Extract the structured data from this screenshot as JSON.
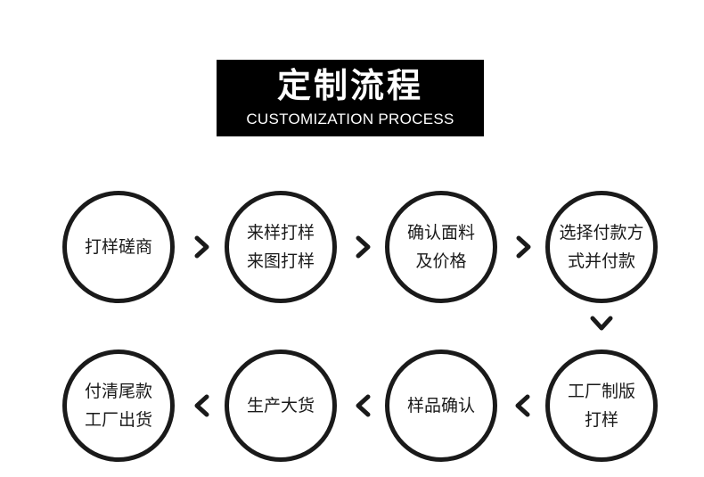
{
  "header": {
    "title": "定制流程",
    "subtitle": "CUSTOMIZATION PROCESS"
  },
  "steps": [
    {
      "lines": [
        "打样磋商"
      ]
    },
    {
      "lines": [
        "来样打样",
        "来图打样"
      ]
    },
    {
      "lines": [
        "确认面料",
        "及价格"
      ]
    },
    {
      "lines": [
        "选择付款方",
        "式并付款"
      ]
    },
    {
      "lines": [
        "工厂制版",
        "打样"
      ]
    },
    {
      "lines": [
        "样品确认"
      ]
    },
    {
      "lines": [
        "生产大货"
      ]
    },
    {
      "lines": [
        "付清尾款",
        "工厂出货"
      ]
    }
  ],
  "colors": {
    "background": "#ffffff",
    "title_box": "#000000",
    "stroke": "#1a1a1a"
  },
  "icons": {
    "flow_arrow": "chevron-icon"
  }
}
